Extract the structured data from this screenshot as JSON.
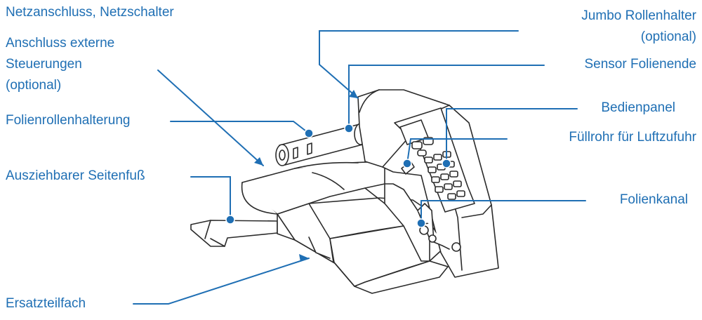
{
  "colors": {
    "label_blue": "#1f6fb4",
    "line_blue": "#1f6fb4",
    "outline": "#2b2b2b",
    "dot_fill": "#1f6fb4"
  },
  "labels": {
    "netzanschluss": "Netzanschluss, Netzschalter",
    "anschluss_line1": "Anschluss externe",
    "anschluss_line2": "Steuerungen",
    "anschluss_line3": "(optional)",
    "folienrollenhalterung": "Folienrollenhalterung",
    "seitenfuss": "Ausziehbarer Seitenfuß",
    "ersatzteilfach": "Ersatzteilfach",
    "jumbo_line1": "Jumbo Rollenhalter",
    "jumbo_line2": "(optional)",
    "sensor": "Sensor Folienende",
    "bedienpanel": "Bedienpanel",
    "fuellrohr": "Füllrohr für Luftzufuhr",
    "folienkanal": "Folienkanal"
  },
  "icons": {
    "display": "display-screen-icon",
    "keypad": "keypad-icon"
  }
}
